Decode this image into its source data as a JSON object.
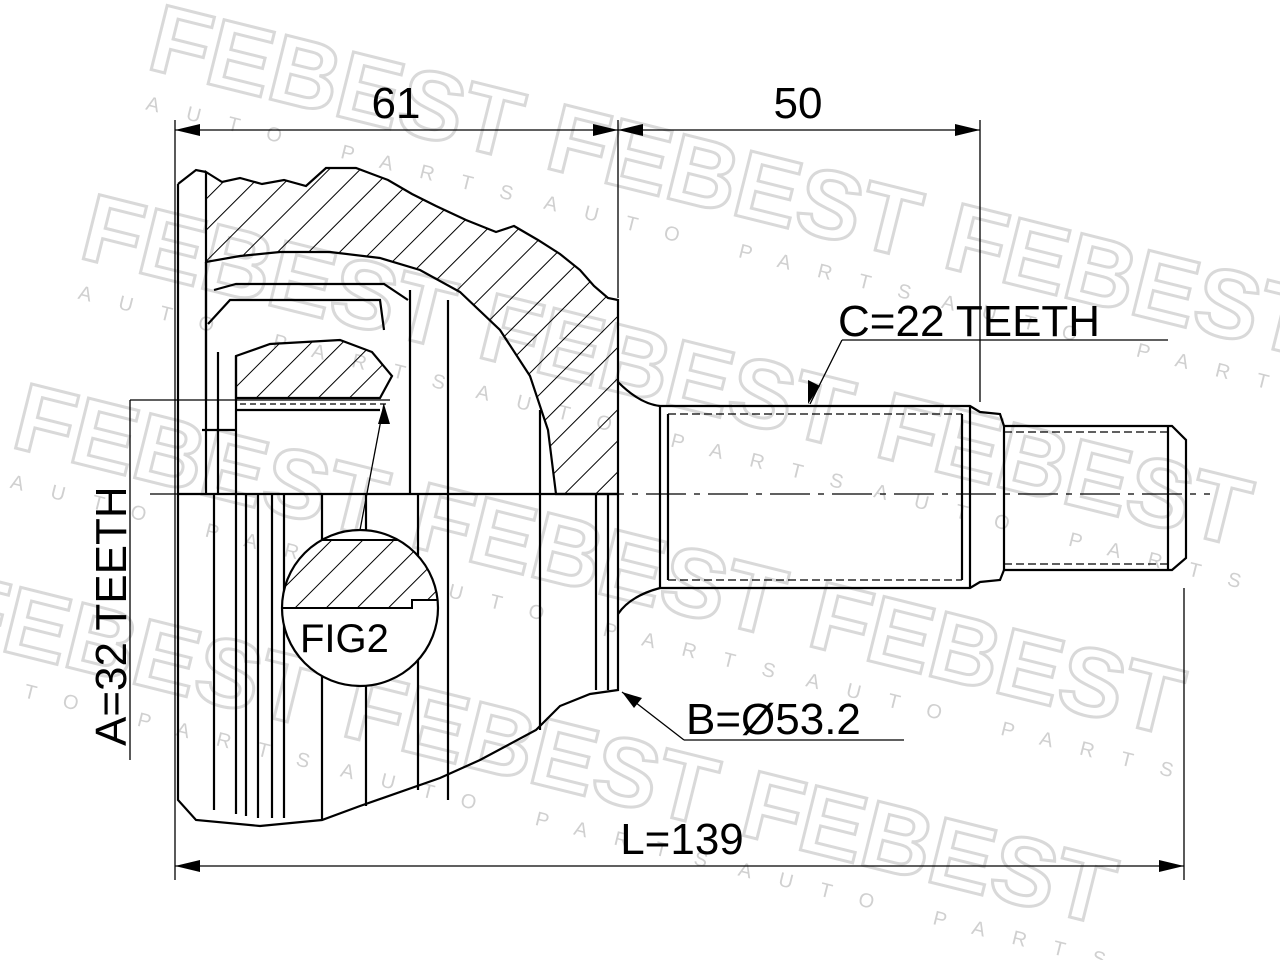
{
  "watermark": {
    "brand": "FEBEST",
    "subtitle": "AUTO PARTS"
  },
  "dimensions": {
    "body_length": "61",
    "shaft_length": "50",
    "total_length": "L=139",
    "outer_teeth": "C=22 TEETH",
    "inner_teeth": "A=32 TEETH",
    "abs_ring_diameter": "B=Ø53.2"
  },
  "detail_label": "FIG2"
}
